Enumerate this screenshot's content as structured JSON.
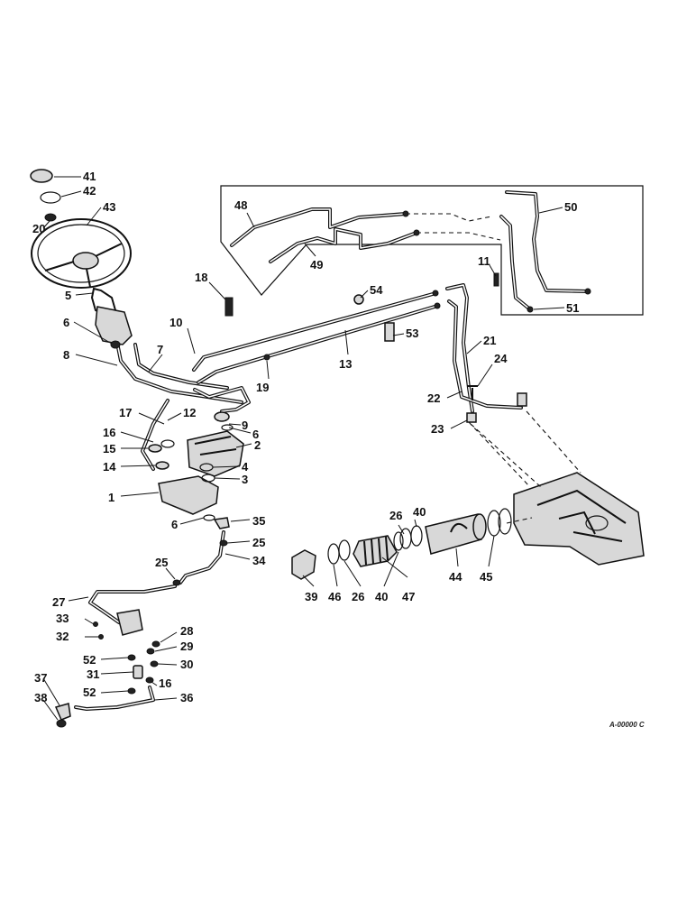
{
  "diagram": {
    "drawing_ref": "A-00000 C",
    "callouts": [
      {
        "id": "41",
        "text": "41"
      },
      {
        "id": "42",
        "text": "42"
      },
      {
        "id": "43",
        "text": "43"
      },
      {
        "id": "20",
        "text": "20"
      },
      {
        "id": "5",
        "text": "5"
      },
      {
        "id": "6a",
        "text": "6"
      },
      {
        "id": "8",
        "text": "8"
      },
      {
        "id": "7",
        "text": "7"
      },
      {
        "id": "10",
        "text": "10"
      },
      {
        "id": "18",
        "text": "18"
      },
      {
        "id": "48",
        "text": "48"
      },
      {
        "id": "49",
        "text": "49"
      },
      {
        "id": "50",
        "text": "50"
      },
      {
        "id": "11",
        "text": "11"
      },
      {
        "id": "51",
        "text": "51"
      },
      {
        "id": "54",
        "text": "54"
      },
      {
        "id": "53",
        "text": "53"
      },
      {
        "id": "13",
        "text": "13"
      },
      {
        "id": "19",
        "text": "19"
      },
      {
        "id": "21",
        "text": "21"
      },
      {
        "id": "24",
        "text": "24"
      },
      {
        "id": "22",
        "text": "22"
      },
      {
        "id": "23",
        "text": "23"
      },
      {
        "id": "17",
        "text": "17"
      },
      {
        "id": "12",
        "text": "12"
      },
      {
        "id": "9",
        "text": "9"
      },
      {
        "id": "6b",
        "text": "6"
      },
      {
        "id": "16a",
        "text": "16"
      },
      {
        "id": "2",
        "text": "2"
      },
      {
        "id": "15",
        "text": "15"
      },
      {
        "id": "14",
        "text": "14"
      },
      {
        "id": "4",
        "text": "4"
      },
      {
        "id": "3",
        "text": "3"
      },
      {
        "id": "1",
        "text": "1"
      },
      {
        "id": "6c",
        "text": "6"
      },
      {
        "id": "35",
        "text": "35"
      },
      {
        "id": "25a",
        "text": "25"
      },
      {
        "id": "34",
        "text": "34"
      },
      {
        "id": "25b",
        "text": "25"
      },
      {
        "id": "27",
        "text": "27"
      },
      {
        "id": "33",
        "text": "33"
      },
      {
        "id": "32",
        "text": "32"
      },
      {
        "id": "28",
        "text": "28"
      },
      {
        "id": "29",
        "text": "29"
      },
      {
        "id": "52a",
        "text": "52"
      },
      {
        "id": "30",
        "text": "30"
      },
      {
        "id": "31",
        "text": "31"
      },
      {
        "id": "16b",
        "text": "16"
      },
      {
        "id": "52b",
        "text": "52"
      },
      {
        "id": "36",
        "text": "36"
      },
      {
        "id": "37",
        "text": "37"
      },
      {
        "id": "38",
        "text": "38"
      },
      {
        "id": "26a",
        "text": "26"
      },
      {
        "id": "40a",
        "text": "40"
      },
      {
        "id": "39",
        "text": "39"
      },
      {
        "id": "46",
        "text": "46"
      },
      {
        "id": "26b",
        "text": "26"
      },
      {
        "id": "40b",
        "text": "40"
      },
      {
        "id": "47",
        "text": "47"
      },
      {
        "id": "44",
        "text": "44"
      },
      {
        "id": "45",
        "text": "45"
      }
    ]
  }
}
